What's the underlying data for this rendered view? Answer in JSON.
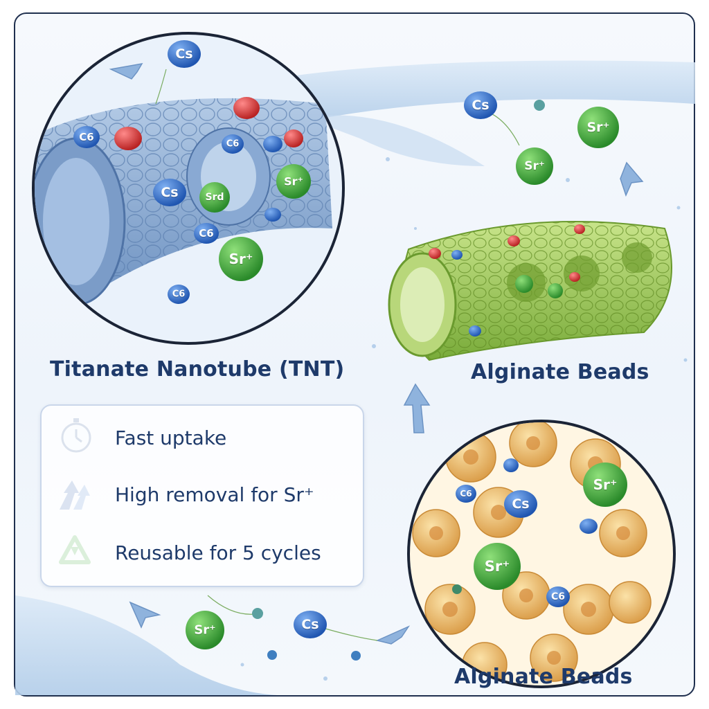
{
  "labels": {
    "tnt": "Titanate Nanotube (TNT)",
    "alginate_top": "Alginate Beads",
    "alginate_bottom": "Alginate Beads"
  },
  "features": [
    {
      "icon": "stopwatch-icon",
      "text": "Fast uptake"
    },
    {
      "icon": "rising-arrows-icon",
      "text": "High removal for Sr⁺"
    },
    {
      "icon": "recycle-icon",
      "text": "Reusable for 5 cycles"
    }
  ],
  "ions": {
    "cs": "Cs",
    "sr": "Sr⁺",
    "cs_variant": "C6",
    "sr_variant": "Srd"
  },
  "colors": {
    "cs_ion": "#2f6fd0",
    "sr_ion": "#3aa53a",
    "red_ion": "#d63a3a",
    "tnt_tube": "#8fb0d6",
    "alginate_tube": "#9cc653",
    "bead": "#f0c77a",
    "text": "#1e3a6a"
  }
}
